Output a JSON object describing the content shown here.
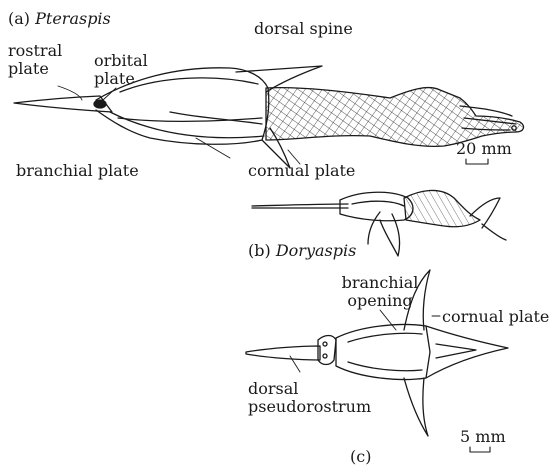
{
  "panel_a": {
    "caption_letter": "(a)",
    "caption_name": "Pteraspis",
    "labels": {
      "rostral": "rostral\nplate",
      "orbital": "orbital\nplate",
      "dorsal_spine": "dorsal spine",
      "branchial": "branchial plate",
      "cornual": "cornual plate"
    },
    "scale": "20 mm"
  },
  "panel_b": {
    "caption_letter": "(b)",
    "caption_name": "Doryaspis"
  },
  "panel_c": {
    "caption": "(c)",
    "labels": {
      "branchial_opening": "branchial\nopening",
      "cornual": "cornual plate",
      "pseudorostrum": "dorsal\npseudorostrum"
    },
    "scale": "5 mm"
  },
  "colors": {
    "ink": "#1a1a1a",
    "paper": "#ffffff"
  }
}
